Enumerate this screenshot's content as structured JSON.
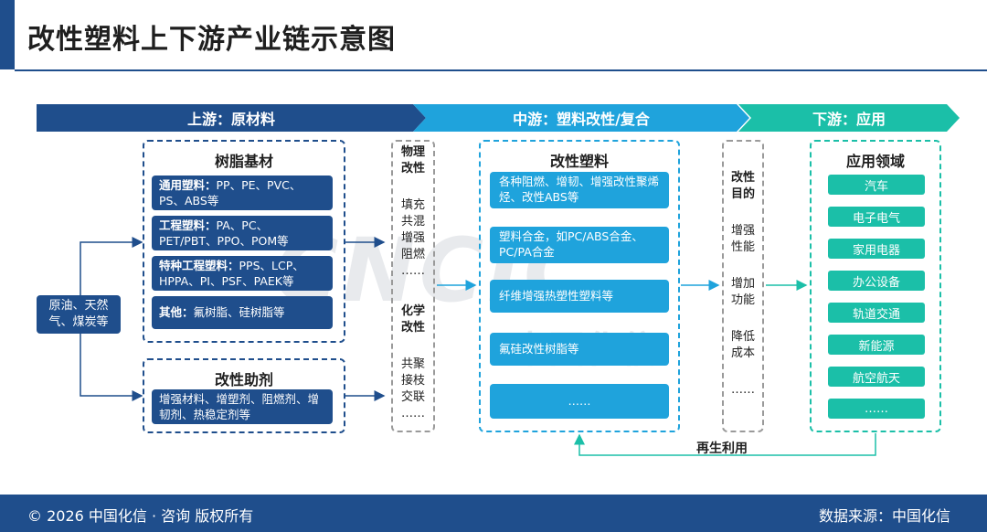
{
  "title": "改性塑料上下游产业链示意图",
  "stages": {
    "upstream": "上游：原材料",
    "midstream": "中游：塑料改性/复合",
    "downstream": "下游：应用"
  },
  "source": "原油、天然气、煤炭等",
  "resin": {
    "title": "树脂基材",
    "items": [
      {
        "label": "通用塑料：",
        "text": "PP、PE、PVC、PS、ABS等"
      },
      {
        "label": "工程塑料：",
        "text": "PA、PC、PET/PBT、PPO、POM等"
      },
      {
        "label": "特种工程塑料：",
        "text": "PPS、LCP、HPPA、PI、PSF、PAEK等"
      },
      {
        "label": "其他：",
        "text": "氟树脂、硅树脂等"
      }
    ]
  },
  "additives": {
    "title": "改性助剂",
    "text": "增强材料、增塑剂、阻燃剂、增韧剂、热稳定剂等"
  },
  "methods": {
    "physical_title": [
      "物理",
      "改性"
    ],
    "physical_items": [
      "填充",
      "共混",
      "增强",
      "阻燃",
      "……"
    ],
    "chemical_title": [
      "化学",
      "改性"
    ],
    "chemical_items": [
      "共聚",
      "接枝",
      "交联",
      "……"
    ]
  },
  "modified": {
    "title": "改性塑料",
    "items": [
      "各种阻燃、增韧、增强改性聚烯烃、改性ABS等",
      "塑料合金，如PC/ABS合金、PC/PA合金",
      "纤维增强热塑性塑料等",
      "氟硅改性树脂等",
      "……"
    ]
  },
  "purpose": {
    "title": [
      "改性",
      "目的"
    ],
    "items": [
      [
        "增强",
        "性能"
      ],
      [
        "增加",
        "功能"
      ],
      [
        "降低",
        "成本"
      ],
      [
        "……"
      ]
    ]
  },
  "applications": {
    "title": "应用领域",
    "items": [
      "汽车",
      "电子电气",
      "家用电器",
      "办公设备",
      "轨道交通",
      "新能源",
      "航空航天",
      "……"
    ]
  },
  "recycle": "再生利用",
  "watermark": {
    "main": "CNCIC",
    "sub": "中国化信"
  },
  "footer": {
    "left": "© 2026 中国化信 · 咨询  版权所有",
    "right": "数据来源：中国化信"
  },
  "colors": {
    "navy": "#1f4e8c",
    "blue": "#1fa3dc",
    "teal": "#1bbfa8",
    "grey": "#9a9a9a"
  }
}
